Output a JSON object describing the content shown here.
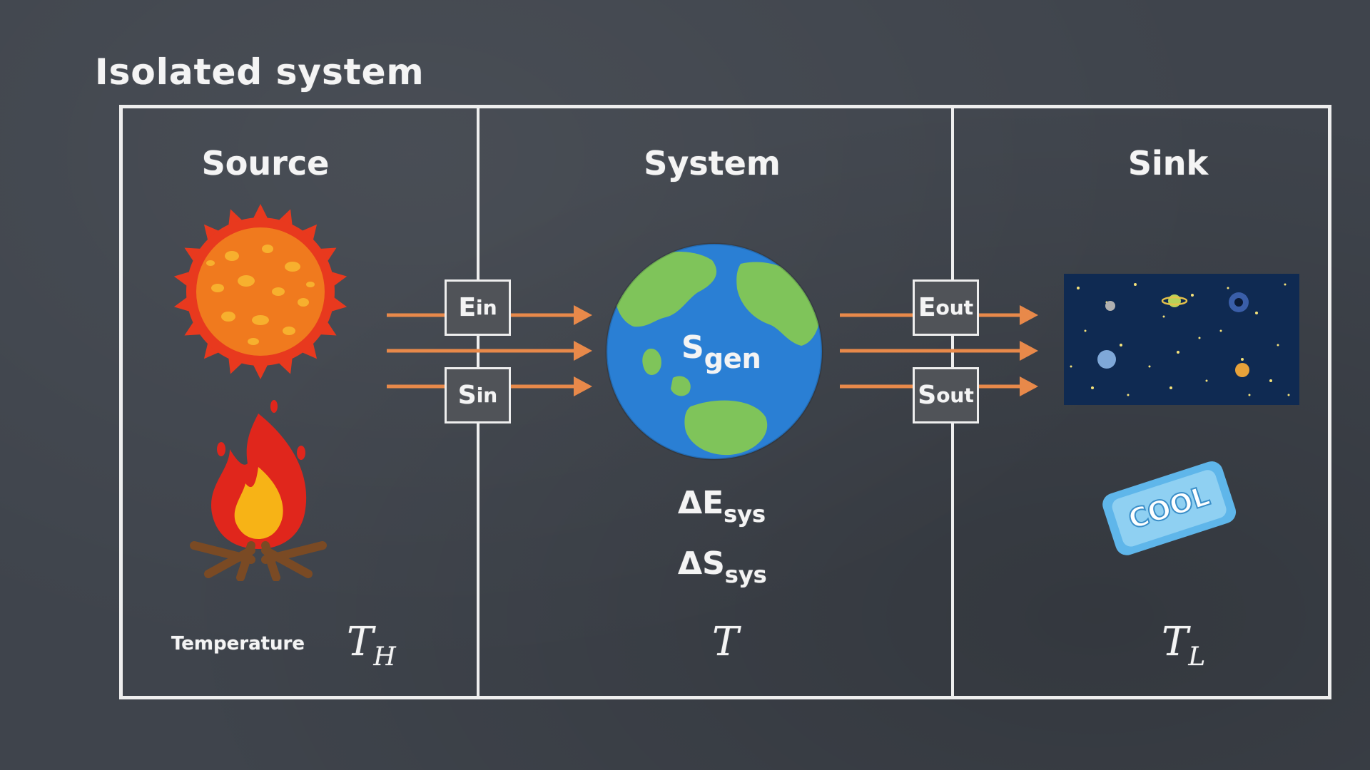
{
  "title": "Isolated system",
  "columns": {
    "source": {
      "heading": "Source",
      "temperature": {
        "symbol": "T",
        "subscript": "H"
      }
    },
    "system": {
      "heading": "System",
      "temperature": {
        "symbol": "T"
      }
    },
    "sink": {
      "heading": "Sink",
      "temperature": {
        "symbol": "T",
        "subscript": "L"
      }
    }
  },
  "temperature_label": "Temperature",
  "flows": {
    "e_in": {
      "main": "E",
      "sub": "in"
    },
    "s_in": {
      "main": "S",
      "sub": "in"
    },
    "e_out": {
      "main": "E",
      "sub": "out"
    },
    "s_out": {
      "main": "S",
      "sub": "out"
    }
  },
  "system_labels": {
    "s_gen": {
      "main": "S",
      "sub": "gen"
    },
    "delta_e": {
      "delta": "Δ",
      "main": "E",
      "sub": "sys"
    },
    "delta_s": {
      "delta": "Δ",
      "main": "S",
      "sub": "sys"
    }
  },
  "cool_pack_text": "COOL",
  "icons": [
    "sun-icon",
    "fire-icon",
    "earth-icon",
    "space-icon",
    "cool-pack-icon"
  ],
  "colors": {
    "board": "#3f444c",
    "chalk": "#eeeeee",
    "arrow": "#e8894a",
    "earth_ocean": "#2a7fd4",
    "earth_land": "#7fc45a",
    "space": "#0f2a52"
  }
}
